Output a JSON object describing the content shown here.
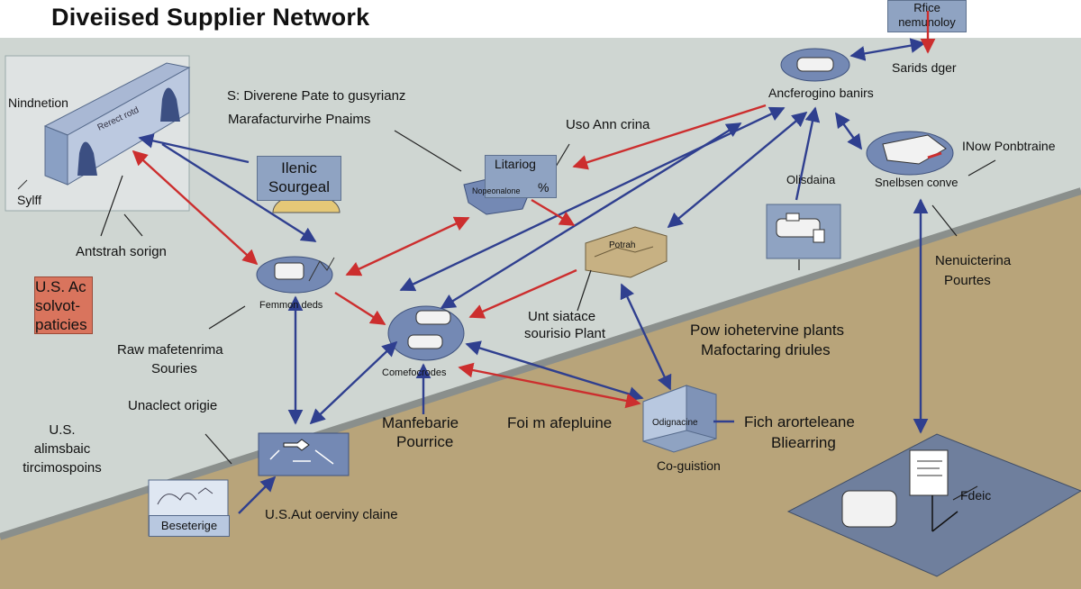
{
  "title": "Diveiised Supplier Network",
  "top_right_box": {
    "line1": "Rfice",
    "line2": "nemunoloy"
  },
  "colors": {
    "blue_arrow": "#2f3f8f",
    "red_arrow": "#cc2e2e",
    "title_bg": "#ffffff",
    "sky": "#cfd6d2",
    "ground": "#b8a47a",
    "node_fill": "#7489b4",
    "box_fill": "#8fa3c2"
  },
  "labels": {
    "nindnetion": "Nindnetion",
    "sylff": "Sylff",
    "diverene_line1": "S: Diverene Pate to gusyrianz",
    "diverene_line2": "Marafacturvirhe Pnaims",
    "illenic": {
      "line1": "Ilenic",
      "line2": "Sourgeal"
    },
    "uso_ann_crina": "Uso Ann crina",
    "litariog": "Litariog",
    "litariog_pct": "%",
    "nopeonalone": "Nopeonalone",
    "sarids_dger": "Sarids dger",
    "ancferogino": "Ancferogino banirs",
    "inow_ponbtraine": "INow Ponbtraine",
    "olisdaina": "Olisdaina",
    "snelbsen_conve": "Snelbsen conve",
    "antstrah_sorign": "Antstrah sorign",
    "us_ac": {
      "line1": "U.S. Ac",
      "line2": "solvot-",
      "line3": "paticies"
    },
    "femmon_deds": "Femmon deds",
    "potrah": "Potrah",
    "unt_siatace": "Unt siatace",
    "sourisio_plant": "sourisio Plant",
    "pow_plants": "Pow iohetervine plants",
    "mafoctaring": "Mafoctaring driules",
    "nenuicterina": "Nenuicterina",
    "pourtes": "Pourtes",
    "raw_line1": "Raw mafetenrima",
    "raw_line2": "Souries",
    "comefocrodes": "Comefocrodes",
    "unaclect_origie": "Unaclect origie",
    "us_alimsbaic": {
      "line1": "U.S.",
      "line2": "alimsbaic",
      "line3": "tircimospoins"
    },
    "manfebarie": "Manfebarie",
    "pourrice": "Pourrice",
    "foi_mafepluine": "Foi m afepluine",
    "odignacine": "Odignacine",
    "fich_line1": "Fich arorteleane",
    "fich_line2": "Bliearring",
    "co_guistion": "Co-guistion",
    "fdeic": "Fdeic",
    "beseterige": "Beseterige",
    "us_aut": "U.S.Aut oerviny claine",
    "plant_box_text": "Rerect rotd"
  }
}
